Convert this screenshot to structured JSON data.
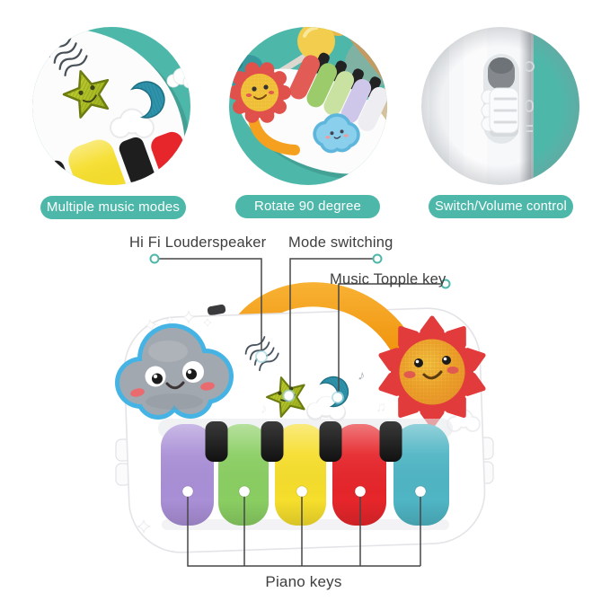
{
  "features": [
    {
      "caption": "Multiple music modes"
    },
    {
      "caption": "Rotate 90 degree"
    },
    {
      "caption": "Switch/Volume control"
    }
  ],
  "callouts": {
    "loudspeaker": "Hi Fi Louderspeaker",
    "mode_switching": "Mode switching",
    "music_topple": "Music Topple key",
    "piano_keys": "Piano keys"
  },
  "colors": {
    "accent_teal": "#4db8aa",
    "handle_orange": "#f59c16",
    "sun_red": "#e23b3c",
    "sun_orange": "#f0a02e",
    "cloud_blue": "#45b4e4",
    "cloud_gray": "#a2a8b0",
    "star_green": "#bccb2f",
    "moon_teal": "#2f93ac",
    "keys": [
      "#a98fd6",
      "#8ace62",
      "#f6de2c",
      "#e6262b",
      "#4fb5c4"
    ],
    "black_key": "#1c1c1c",
    "line": "#474747"
  }
}
